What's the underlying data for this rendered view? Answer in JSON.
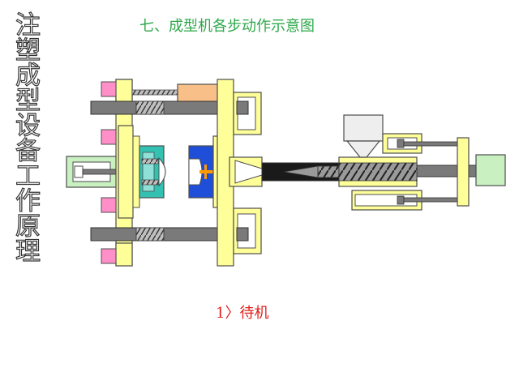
{
  "slide": {
    "side_title": "注塑成型设备工作原理",
    "title": "七、成型机各步动作示意图",
    "caption": "1〉待机"
  },
  "colors": {
    "frame_yellow": "#ffff99",
    "outline": "#4d4d4d",
    "tie_bar": "#7a7a7a",
    "pink_nut": "#ff8fc8",
    "orange_block": "#f8c088",
    "teal_mold": "#33c2b2",
    "blue_mold": "#1f4fd8",
    "mold_core": "#ff9900",
    "barrel_dark": "#1a1a1a",
    "green_cylinder": "#c8f0c0",
    "hopper": "#eeeeee",
    "title_green": "#2ea84a",
    "caption_red": "#e0201c"
  }
}
